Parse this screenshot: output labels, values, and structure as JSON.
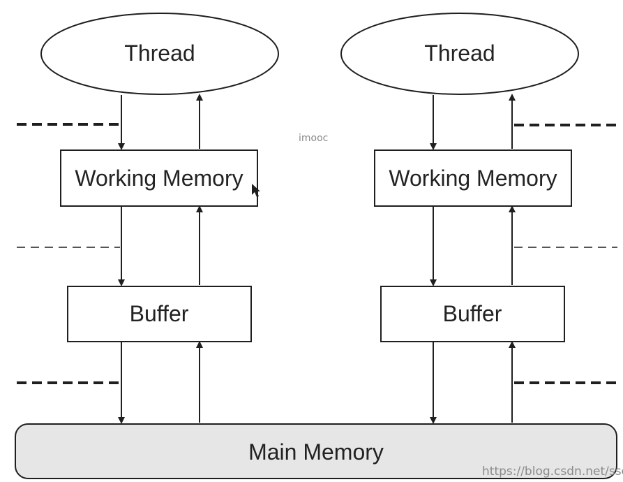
{
  "diagram": {
    "left_thread_label": "Thread",
    "right_thread_label": "Thread",
    "left_working_memory_label": "Working Memory",
    "right_working_memory_label": "Working Memory",
    "left_buffer_label": "Buffer",
    "right_buffer_label": "Buffer",
    "main_memory_label": "Main Memory",
    "watermark_center": "imooc",
    "watermark_corner": "https://blog.csdn.net/sscout"
  },
  "colors": {
    "stroke": "#1f1f1f",
    "main_memory_fill": "#e6e6e6",
    "node_fill": "#ffffff",
    "watermark": "#8a8a8a"
  }
}
